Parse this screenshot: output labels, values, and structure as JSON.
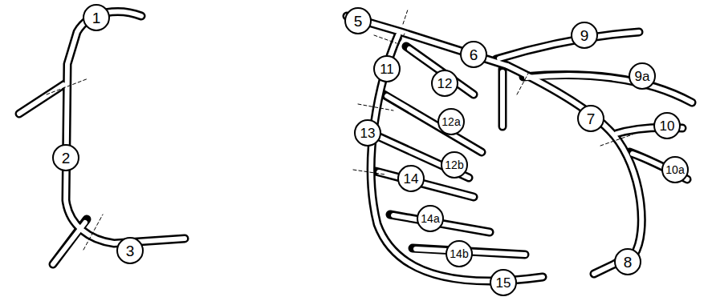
{
  "diagram": {
    "nodes": [
      {
        "text": [
          "1"
        ]
      },
      {
        "text": [
          "2"
        ]
      },
      {
        "text": [
          "3"
        ]
      },
      {
        "text": [
          "5"
        ]
      },
      {
        "text": [
          "6"
        ]
      },
      {
        "text": [
          "9"
        ]
      },
      {
        "text": [
          "11"
        ]
      },
      {
        "text": [
          "12"
        ]
      },
      {
        "text": [
          "9a"
        ]
      },
      {
        "text": [
          "12a"
        ]
      },
      {
        "text": [
          "7"
        ]
      },
      {
        "text": [
          "10"
        ]
      },
      {
        "text": [
          "13"
        ]
      },
      {
        "text": [
          "12b"
        ]
      },
      {
        "text": [
          "10a"
        ]
      },
      {
        "text": [
          "14"
        ]
      },
      {
        "text": [
          "14a"
        ]
      },
      {
        "text": [
          "14b"
        ]
      },
      {
        "text": [
          "8"
        ]
      },
      {
        "text": [
          "15"
        ]
      }
    ]
  }
}
